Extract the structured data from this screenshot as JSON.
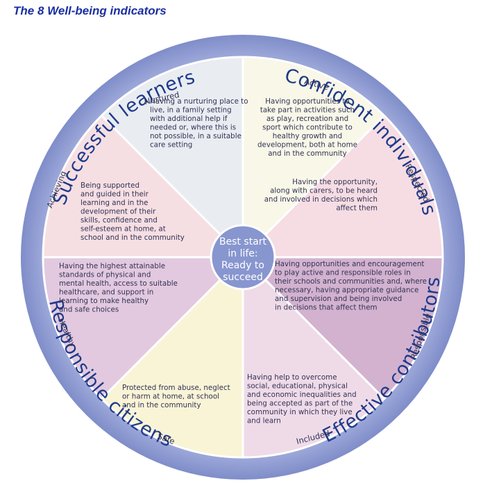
{
  "title": "The 8 Well-being indicators",
  "center": {
    "lines": [
      "Best start",
      "in life:",
      "Ready to",
      "succeed"
    ]
  },
  "outer_ring": {
    "labels": [
      "Successful learners",
      "Confident individuals",
      "Effective contributors",
      "Responsible citizens"
    ]
  },
  "segments": [
    {
      "key": "nurtured",
      "label": "Nurtured",
      "color": "#f8f7e8",
      "lines": [
        "Having a nurturing place to",
        "live, in a family setting",
        "with additional help if",
        "needed or, where this is",
        "not possible, in a suitable",
        "care setting"
      ]
    },
    {
      "key": "active",
      "label": "Active",
      "color": "#f6dde3",
      "lines": [
        "Having opportunities to",
        "take part in activities such",
        "as play, recreation and",
        "sport which contribute to",
        "healthy growth and",
        "development, both at home",
        "and in the community"
      ]
    },
    {
      "key": "respected",
      "label": "Respected",
      "color": "#d2b2cf",
      "lines": [
        "Having the opportunity,",
        "along with carers, to be heard",
        "and involved in decisions which",
        "affect them"
      ]
    },
    {
      "key": "responsible",
      "label": "Responsible",
      "color": "#efdbe8",
      "lines": [
        "Having opportunities and encouragement",
        "to play active and responsible roles in",
        "their schools and communities and, where",
        "necessary, having appropriate guidance",
        "and supervision and being involved",
        "in decisions that affect them"
      ]
    },
    {
      "key": "included",
      "label": "Included",
      "color": "#f9f4d6",
      "lines": [
        "Having help to overcome",
        "social, educational, physical",
        "and economic inequalities and",
        "being accepted as part of the",
        "community in which they live",
        "and learn"
      ]
    },
    {
      "key": "safe",
      "label": "Safe",
      "color": "#e2c9df",
      "lines": [
        "Protected from abuse, neglect",
        "or harm at home, at school",
        "and in the community"
      ]
    },
    {
      "key": "healthy",
      "label": "Healthy",
      "color": "#f6dfe3",
      "lines": [
        "Having the highest attainable",
        "standards of physical and",
        "mental health, access to suitable",
        "healthcare, and support in",
        "learning to make healthy",
        "and safe choices"
      ]
    },
    {
      "key": "achieving",
      "label": "Achieving",
      "color": "#e9ecf1",
      "lines": [
        "Being supported",
        "and guided in their",
        "learning and in the",
        "development of their",
        "skills, confidence and",
        "self-esteem at home, at",
        "school and in the community"
      ]
    }
  ],
  "colors": {
    "ring": "#8d9ad2",
    "ring_dark": "#7b89c7",
    "divider": "#ffffff",
    "title": "#1a2fa0",
    "center_fill": "#8896cf"
  }
}
